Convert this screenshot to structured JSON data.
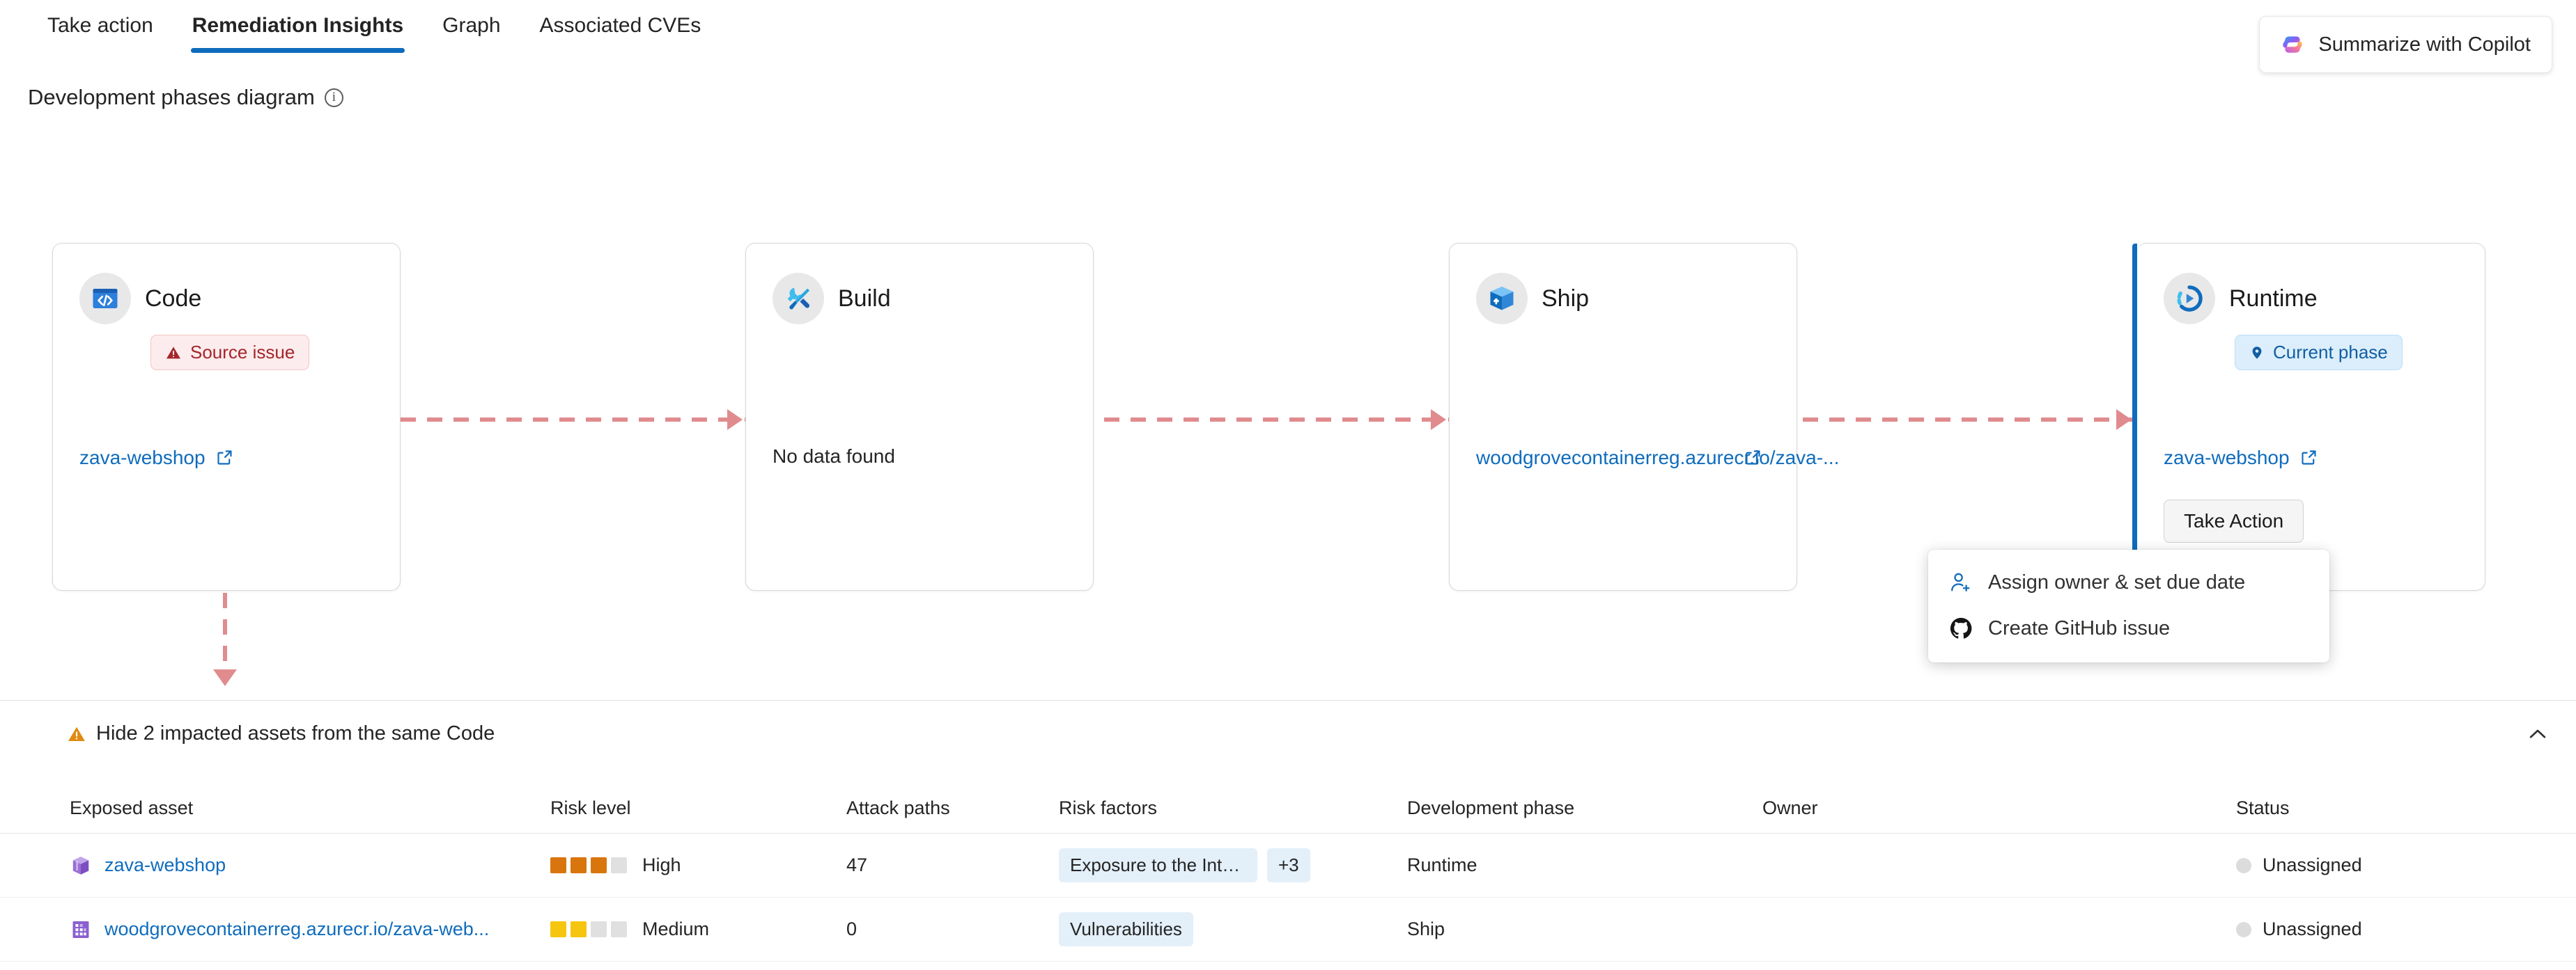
{
  "tabs": [
    {
      "label": "Take action",
      "active": false
    },
    {
      "label": "Remediation Insights",
      "active": true
    },
    {
      "label": "Graph",
      "active": false
    },
    {
      "label": "Associated CVEs",
      "active": false
    }
  ],
  "copilot": {
    "label": "Summarize with Copilot",
    "icon": "copilot-icon"
  },
  "section": {
    "title": "Development phases diagram",
    "info_icon": "info-icon"
  },
  "phases": [
    {
      "name": "Code",
      "icon": "code-window-icon",
      "badge": {
        "text": "Source issue",
        "type": "warning",
        "icon": "warning-triangle-icon"
      },
      "link": "zava-webshop",
      "empty_text": "",
      "current": false,
      "has_action_button": false
    },
    {
      "name": "Build",
      "icon": "tools-icon",
      "badge": null,
      "link": "",
      "empty_text": "No data found",
      "current": false,
      "has_action_button": false
    },
    {
      "name": "Ship",
      "icon": "package-box-icon",
      "badge": null,
      "link": "woodgrovecontainerreg.azurecr.io/zava-...",
      "empty_text": "",
      "current": false,
      "has_action_button": false
    },
    {
      "name": "Runtime",
      "icon": "runtime-play-icon",
      "badge": {
        "text": "Current phase",
        "type": "current",
        "icon": "location-pin-icon"
      },
      "link": "zava-webshop",
      "empty_text": "",
      "current": true,
      "has_action_button": true,
      "action_button_label": "Take Action"
    }
  ],
  "context_menu": {
    "items": [
      {
        "label": "Assign owner & set due date",
        "icon": "person-add-icon"
      },
      {
        "label": "Create GitHub issue",
        "icon": "github-icon"
      }
    ]
  },
  "assets_section": {
    "toggle_label": "Hide 2 impacted assets from the same Code",
    "warning_icon": "warning-triangle-icon",
    "collapse_icon": "chevron-up-icon"
  },
  "table": {
    "columns": [
      "Exposed asset",
      "Risk level",
      "Attack paths",
      "Risk factors",
      "Development phase",
      "Owner",
      "Status"
    ],
    "rows": [
      {
        "asset": "zava-webshop",
        "asset_icon": "cube-icon",
        "risk_level": "High",
        "risk_filled": 3,
        "risk_total": 4,
        "risk_color": "#d9750d",
        "attack_paths": "47",
        "risk_factors": [
          "Exposure to the Inter..."
        ],
        "risk_factors_more": "+3",
        "development_phase": "Runtime",
        "owner": "",
        "status": "Unassigned"
      },
      {
        "asset": "woodgrovecontainerreg.azurecr.io/zava-web...",
        "asset_icon": "container-registry-icon",
        "risk_level": "Medium",
        "risk_filled": 2,
        "risk_total": 4,
        "risk_color": "#f6c50f",
        "attack_paths": "0",
        "risk_factors": [
          "Vulnerabilities"
        ],
        "risk_factors_more": "",
        "development_phase": "Ship",
        "owner": "",
        "status": "Unassigned"
      }
    ]
  },
  "colors": {
    "accent": "#0f6cbd",
    "link": "#0f6cbd",
    "source_issue": "#a4262c",
    "connector": "#e08b8e",
    "high": "#d9750d",
    "medium": "#f6c50f"
  }
}
